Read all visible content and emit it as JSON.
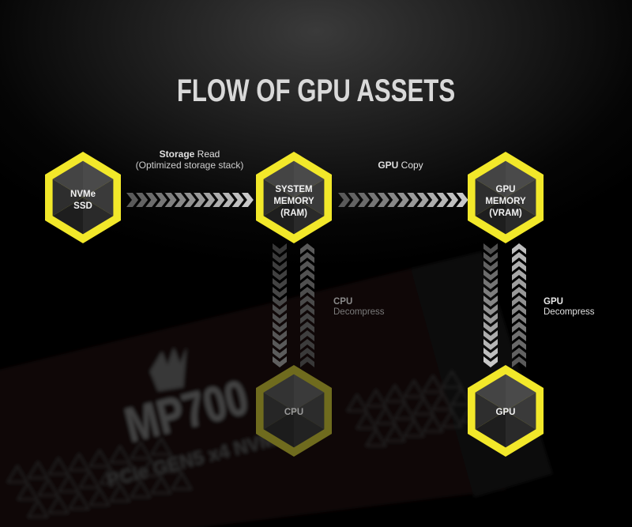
{
  "title": "FLOW OF GPU ASSETS",
  "background_product": {
    "name": "MP700",
    "subtitle": "PCIe GEN5 x4 NVMe M"
  },
  "colors": {
    "accent": "#f2e82a",
    "accent_dim": "#6f6b1e",
    "hex_fill": "#2d2d2d",
    "background": "#000000"
  },
  "nodes": {
    "nvme": {
      "line1": "NVMe",
      "line2": "SSD"
    },
    "ram": {
      "line1": "SYSTEM",
      "line2": "MEMORY",
      "line3": "(RAM)"
    },
    "vram": {
      "line1": "GPU",
      "line2": "MEMORY",
      "line3": "(VRAM)"
    },
    "cpu": {
      "line1": "CPU"
    },
    "gpu": {
      "line1": "GPU"
    }
  },
  "edges": {
    "storage_read": {
      "bold": "Storage",
      "rest": " Read",
      "line2": "(Optimized storage stack)"
    },
    "gpu_copy": {
      "bold": "GPU",
      "rest": " Copy"
    },
    "cpu_decompress": {
      "line1": "CPU",
      "line2": "Decompress"
    },
    "gpu_decompress": {
      "line1": "GPU",
      "line2": "Decompress"
    }
  }
}
